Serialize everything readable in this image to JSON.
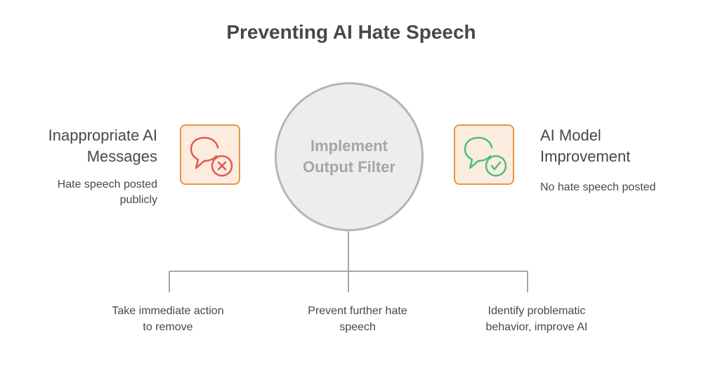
{
  "title": "Preventing AI Hate Speech",
  "center": {
    "label_line1": "Implement",
    "label_line2": "Output Filter"
  },
  "left": {
    "title_line1": "Inappropriate AI",
    "title_line2": "Messages",
    "desc_line1": "Hate speech posted",
    "desc_line2": "publicly",
    "icon": "speech-bubble-x-icon"
  },
  "right": {
    "title_line1": "AI Model",
    "title_line2": "Improvement",
    "desc": "No hate speech posted",
    "icon": "speech-bubble-check-icon"
  },
  "branches": [
    {
      "line1": "Take immediate action",
      "line2": "to remove"
    },
    {
      "line1": "Prevent further hate",
      "line2": "speech"
    },
    {
      "line1": "Identify problematic",
      "line2": "behavior, improve AI"
    }
  ],
  "colors": {
    "box_border": "#e69545",
    "box_fill": "#fcece0",
    "icon_red": "#e05a4e",
    "icon_green": "#4cbf78",
    "circle_fill": "#ededed",
    "circle_border": "#b5b5b5",
    "connector": "#a6a6a6",
    "text": "#484848"
  }
}
